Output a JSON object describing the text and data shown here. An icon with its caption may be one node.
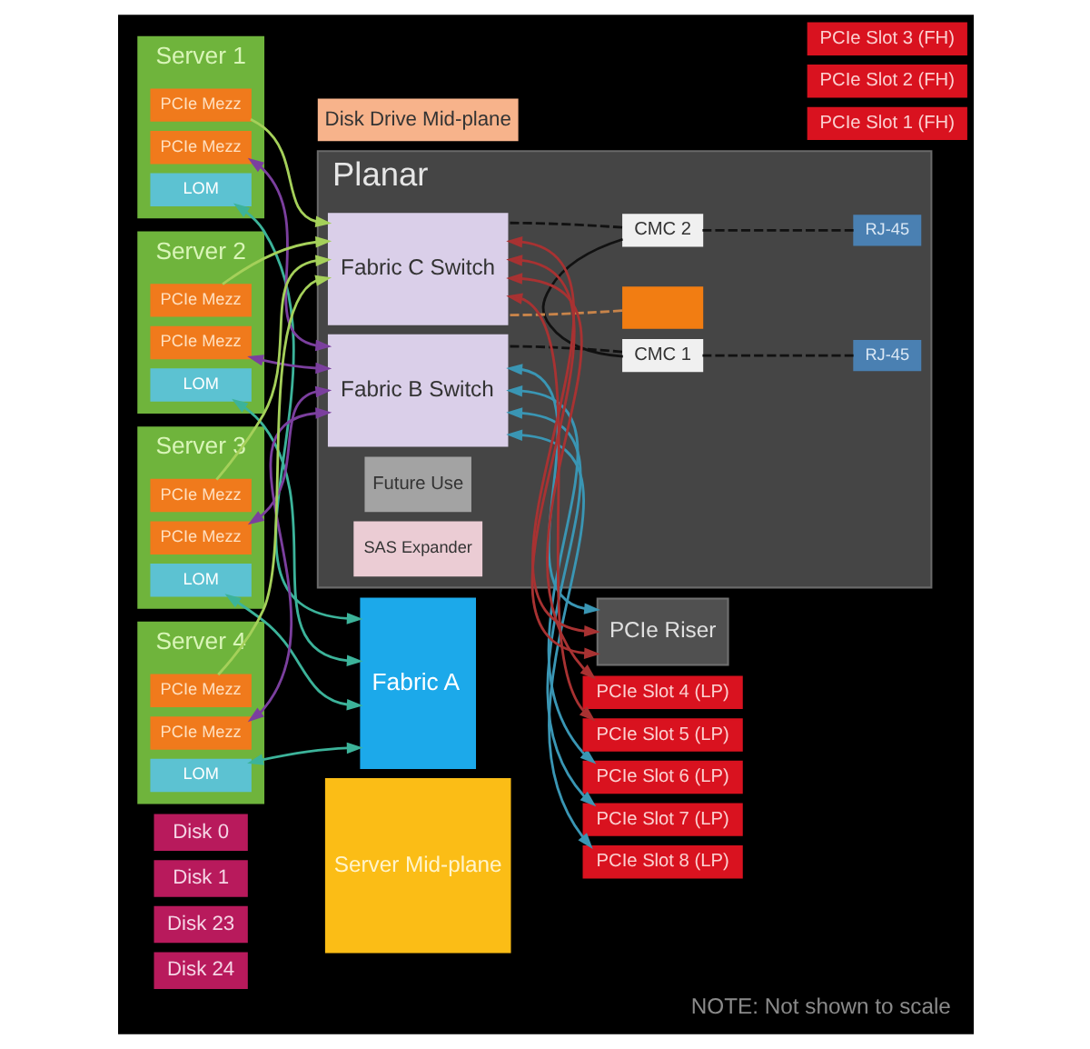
{
  "diagram": {
    "caption": "NOTE: Not shown to scale",
    "nodes": [
      {
        "text": [
          "Server Mid-plane"
        ]
      },
      {
        "text": [
          "Fabric A"
        ]
      },
      {
        "text": [
          "Server 1"
        ]
      },
      {
        "text": [
          "LOM"
        ],
        "in": 2
      },
      {
        "text": [
          "PCIe Mezz"
        ],
        "in": 2
      },
      {
        "text": [
          "PCIe Mezz"
        ],
        "in": 2
      },
      {
        "text": [
          "Server 2"
        ]
      },
      {
        "text": [
          "LOM"
        ],
        "in": 6
      },
      {
        "text": [
          "PCIe Mezz"
        ],
        "in": 6
      },
      {
        "text": [
          "PCIe Mezz"
        ],
        "in": 6
      },
      {
        "text": [
          "Server 3"
        ]
      },
      {
        "text": [
          "LOM"
        ],
        "in": 10
      },
      {
        "text": [
          "PCIe Mezz"
        ],
        "in": 10
      },
      {
        "text": [
          "PCIe Mezz"
        ],
        "in": 10
      },
      {
        "text": [
          "Server 4"
        ]
      },
      {
        "text": [
          "LOM"
        ],
        "in": 14
      },
      {
        "text": [
          "PCIe Mezz"
        ],
        "in": 14
      },
      {
        "text": [
          "PCIe Mezz"
        ],
        "in": 14
      },
      {
        "text": [
          "Planar"
        ]
      },
      {
        "text": [
          "RJ-45"
        ],
        "in": 18
      },
      {
        "text": [
          "RJ-45"
        ],
        "in": 18
      },
      {
        "text": [
          "CMC 1"
        ],
        "in": 18
      },
      {
        "text": [
          "CMC 2"
        ],
        "in": 18
      },
      {
        "text": [
          "Fabric B Switch"
        ],
        "in": 18
      },
      {
        "text": [
          "Fabric C Switch"
        ],
        "in": 18
      },
      {
        "text": [
          "Future Use"
        ],
        "in": 18
      },
      {
        "text": [],
        "shape": "box",
        "in": 18
      },
      {
        "text": [
          "SAS Expander"
        ],
        "in": 18
      },
      {
        "text": [
          "Disk Drive Mid-plane"
        ]
      },
      {
        "text": [
          "Disk 0"
        ]
      },
      {
        "text": [
          "Disk 1"
        ]
      },
      {
        "text": [
          "Disk 23"
        ]
      },
      {
        "text": [
          "Disk 24"
        ]
      },
      {
        "text": [
          "PCIe Riser"
        ]
      },
      {
        "text": [
          "PCIe Slot 1 (FH)"
        ]
      },
      {
        "text": [
          "PCIe Slot 2 (FH)"
        ]
      },
      {
        "text": [
          "PCIe Slot 3 (FH)"
        ]
      },
      {
        "text": [
          "PCIe Slot 4 (LP)"
        ]
      },
      {
        "text": [
          "PCIe Slot 5 (LP)"
        ]
      },
      {
        "text": [
          "PCIe Slot 6 (LP)"
        ]
      },
      {
        "text": [
          "PCIe Slot 7 (LP)"
        ]
      },
      {
        "text": [
          "PCIe Slot 8 (LP)"
        ]
      }
    ],
    "edges": [
      {
        "from": 3,
        "to": 1,
        "arrow": "both",
        "color": "#3cb39a"
      },
      {
        "from": 7,
        "to": 1,
        "arrow": "both",
        "color": "#3cb39a"
      },
      {
        "from": 11,
        "to": 1,
        "arrow": "both",
        "color": "#3cb39a"
      },
      {
        "from": 15,
        "to": 1,
        "arrow": "both",
        "color": "#3cb39a"
      },
      {
        "from": 4,
        "to": 23,
        "arrow": "both",
        "color": "#7b3f9e"
      },
      {
        "from": 8,
        "to": 23,
        "arrow": "both",
        "color": "#7b3f9e"
      },
      {
        "from": 12,
        "to": 23,
        "arrow": "both",
        "color": "#7b3f9e"
      },
      {
        "from": 16,
        "to": 23,
        "arrow": "both",
        "color": "#7b3f9e"
      },
      {
        "from": 5,
        "to": 24,
        "arrow": "to",
        "color": "#a5d05a"
      },
      {
        "from": 9,
        "to": 24,
        "arrow": "to",
        "color": "#a5d05a"
      },
      {
        "from": 13,
        "to": 24,
        "arrow": "to",
        "color": "#a5d05a"
      },
      {
        "from": 17,
        "to": 24,
        "arrow": "to",
        "color": "#a5d05a"
      },
      {
        "from": 21,
        "to": 19,
        "arrow": "none",
        "style": "dashed"
      },
      {
        "from": 22,
        "to": 20,
        "arrow": "none",
        "style": "dashed"
      },
      {
        "from": 21,
        "to": 22,
        "arrow": "none"
      },
      {
        "from": 23,
        "to": 21,
        "arrow": "none",
        "style": "dashed"
      },
      {
        "from": 24,
        "to": 22,
        "arrow": "none",
        "style": "dashed"
      },
      {
        "from": 23,
        "to": 33,
        "arrow": "both",
        "color": "#3a96b4"
      },
      {
        "from": 23,
        "to": 39,
        "arrow": "both",
        "color": "#3a96b4"
      },
      {
        "from": 23,
        "to": 40,
        "arrow": "both",
        "color": "#3a96b4"
      },
      {
        "from": 23,
        "to": 41,
        "arrow": "both",
        "color": "#3a96b4"
      },
      {
        "from": 24,
        "to": 33,
        "arrow": "both",
        "color": "#a83232"
      },
      {
        "from": 24,
        "to": 33,
        "arrow": "both",
        "color": "#a83232"
      },
      {
        "from": 24,
        "to": 37,
        "arrow": "both",
        "color": "#a83232"
      },
      {
        "from": 24,
        "to": 38,
        "arrow": "both",
        "color": "#a83232"
      },
      {
        "from": 24,
        "to": 26,
        "arrow": "none",
        "style": "dashed",
        "color": "#c8844a"
      }
    ]
  }
}
